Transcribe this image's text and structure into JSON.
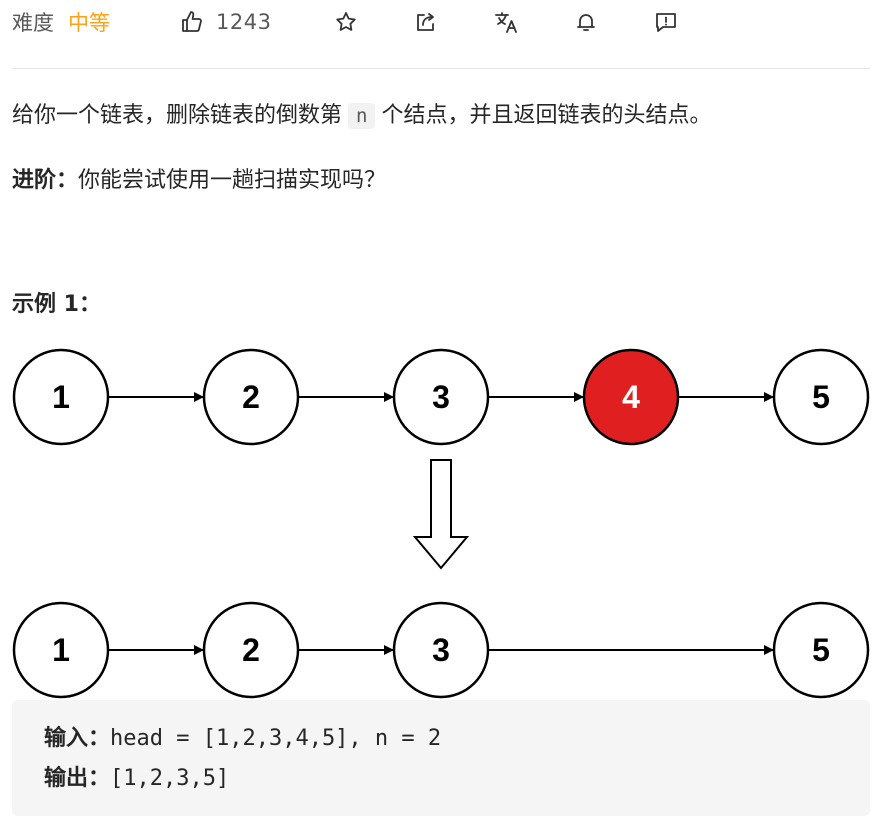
{
  "toolbar": {
    "difficulty_label": "难度",
    "difficulty_value": "中等",
    "like_count": "1243"
  },
  "problem": {
    "description_before": "给你一个链表，删除链表的倒数第",
    "description_code": "n",
    "description_after": "个结点，并且返回链表的头结点。",
    "advanced_label": "进阶：",
    "advanced_text": "你能尝试使用一趟扫描实现吗？"
  },
  "example": {
    "title": "示例 1：",
    "input_label": "输入：",
    "input_value": "head = [1,2,3,4,5], n = 2",
    "output_label": "输出：",
    "output_value": "[1,2,3,5]"
  },
  "diagram": {
    "before_nodes": [
      "1",
      "2",
      "3",
      "4",
      "5"
    ],
    "removed_node": "4",
    "after_nodes": [
      "1",
      "2",
      "3",
      "5"
    ]
  },
  "colors": {
    "accent_difficulty": "#ffa116",
    "removed_node_fill": "#e02020"
  },
  "icons": [
    "thumbs-up-icon",
    "star-icon",
    "share-icon",
    "translate-icon",
    "bell-icon",
    "feedback-icon"
  ]
}
